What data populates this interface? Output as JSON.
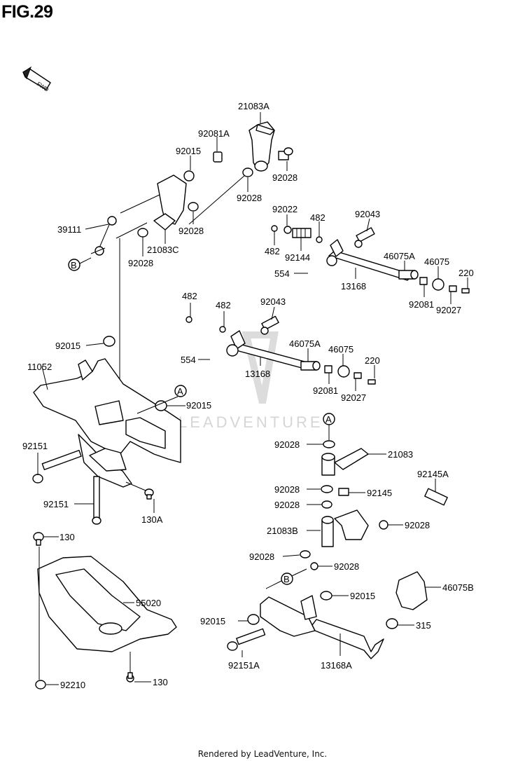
{
  "figure_title": "FIG.29",
  "footer": "Rendered by LeadVenture, Inc.",
  "watermark": "LEADVENTURE",
  "fwd_arrow": "FWD",
  "callouts": {
    "a": "A",
    "b": "B"
  },
  "labels": {
    "p21083A": "21083A",
    "p92081A": "92081A",
    "p92015_top": "92015",
    "p92028_top_r": "92028",
    "p92028_top_b": "92028",
    "p39111": "39111",
    "p92028_mid": "92028",
    "p21083C": "21083C",
    "p92028_low": "92028",
    "p92022": "92022",
    "p482_a": "482",
    "p92043_a": "92043",
    "p482_b": "482",
    "p92144": "92144",
    "p46075A_a": "46075A",
    "p46075_a": "46075",
    "p554_a": "554",
    "p220_a": "220",
    "p13168_a": "13168",
    "p92081_a": "92081",
    "p92027_a": "92027",
    "p482_c": "482",
    "p482_d": "482",
    "p92043_b": "92043",
    "p92015_b": "92015",
    "p46075A_b": "46075A",
    "p46075_b": "46075",
    "p11052": "11052",
    "p554_b": "554",
    "p13168_b": "13168",
    "p220_b": "220",
    "p92081_b": "92081",
    "p92027_b": "92027",
    "p92015_c": "92015",
    "p92151_a": "92151",
    "p92028_e": "92028",
    "p21083": "21083",
    "p92151_b": "92151",
    "p130A": "130A",
    "p92145A": "92145A",
    "p92028_f": "92028",
    "p92145": "92145",
    "p92028_g": "92028",
    "p130_a": "130",
    "p21083B": "21083B",
    "p92028_h": "92028",
    "p92028_i": "92028",
    "p92028_j": "92028",
    "p55020": "55020",
    "p46075B": "46075B",
    "p92015_d": "92015",
    "p92015_e": "92015",
    "p315": "315",
    "p92151A": "92151A",
    "p13168A": "13168A",
    "p92210": "92210",
    "p130_b": "130"
  }
}
